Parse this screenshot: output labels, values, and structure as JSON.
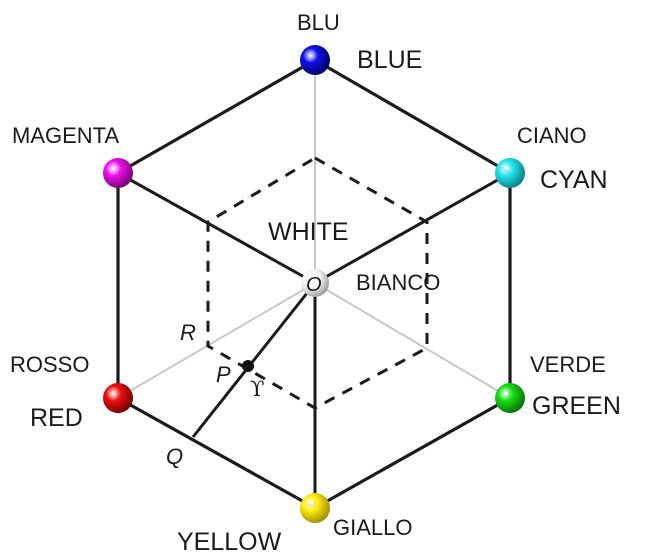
{
  "diagram": {
    "vertices": {
      "blue": {
        "name_it": "BLU",
        "name_en": "BLUE",
        "color": "#1010e8"
      },
      "cyan": {
        "name_it": "CIANO",
        "name_en": "CYAN",
        "color": "#22e6ee"
      },
      "green": {
        "name_it": "VERDE",
        "name_en": "GREEN",
        "color": "#14e014"
      },
      "yellow": {
        "name_it": "GIALLO",
        "name_en": "YELLOW",
        "color": "#ffee10"
      },
      "red": {
        "name_it": "ROSSO",
        "name_en": "RED",
        "color": "#ee1010"
      },
      "magenta": {
        "name_it": "MAGENTA",
        "name_en": "",
        "color": "#ee10ee"
      },
      "white": {
        "name_it": "BIANCO",
        "name_en": "WHITE",
        "color": "#f2f2f2"
      }
    },
    "points": {
      "center": "O",
      "p": "P",
      "q": "Q",
      "r": "R",
      "gamma": "ϒ"
    }
  }
}
